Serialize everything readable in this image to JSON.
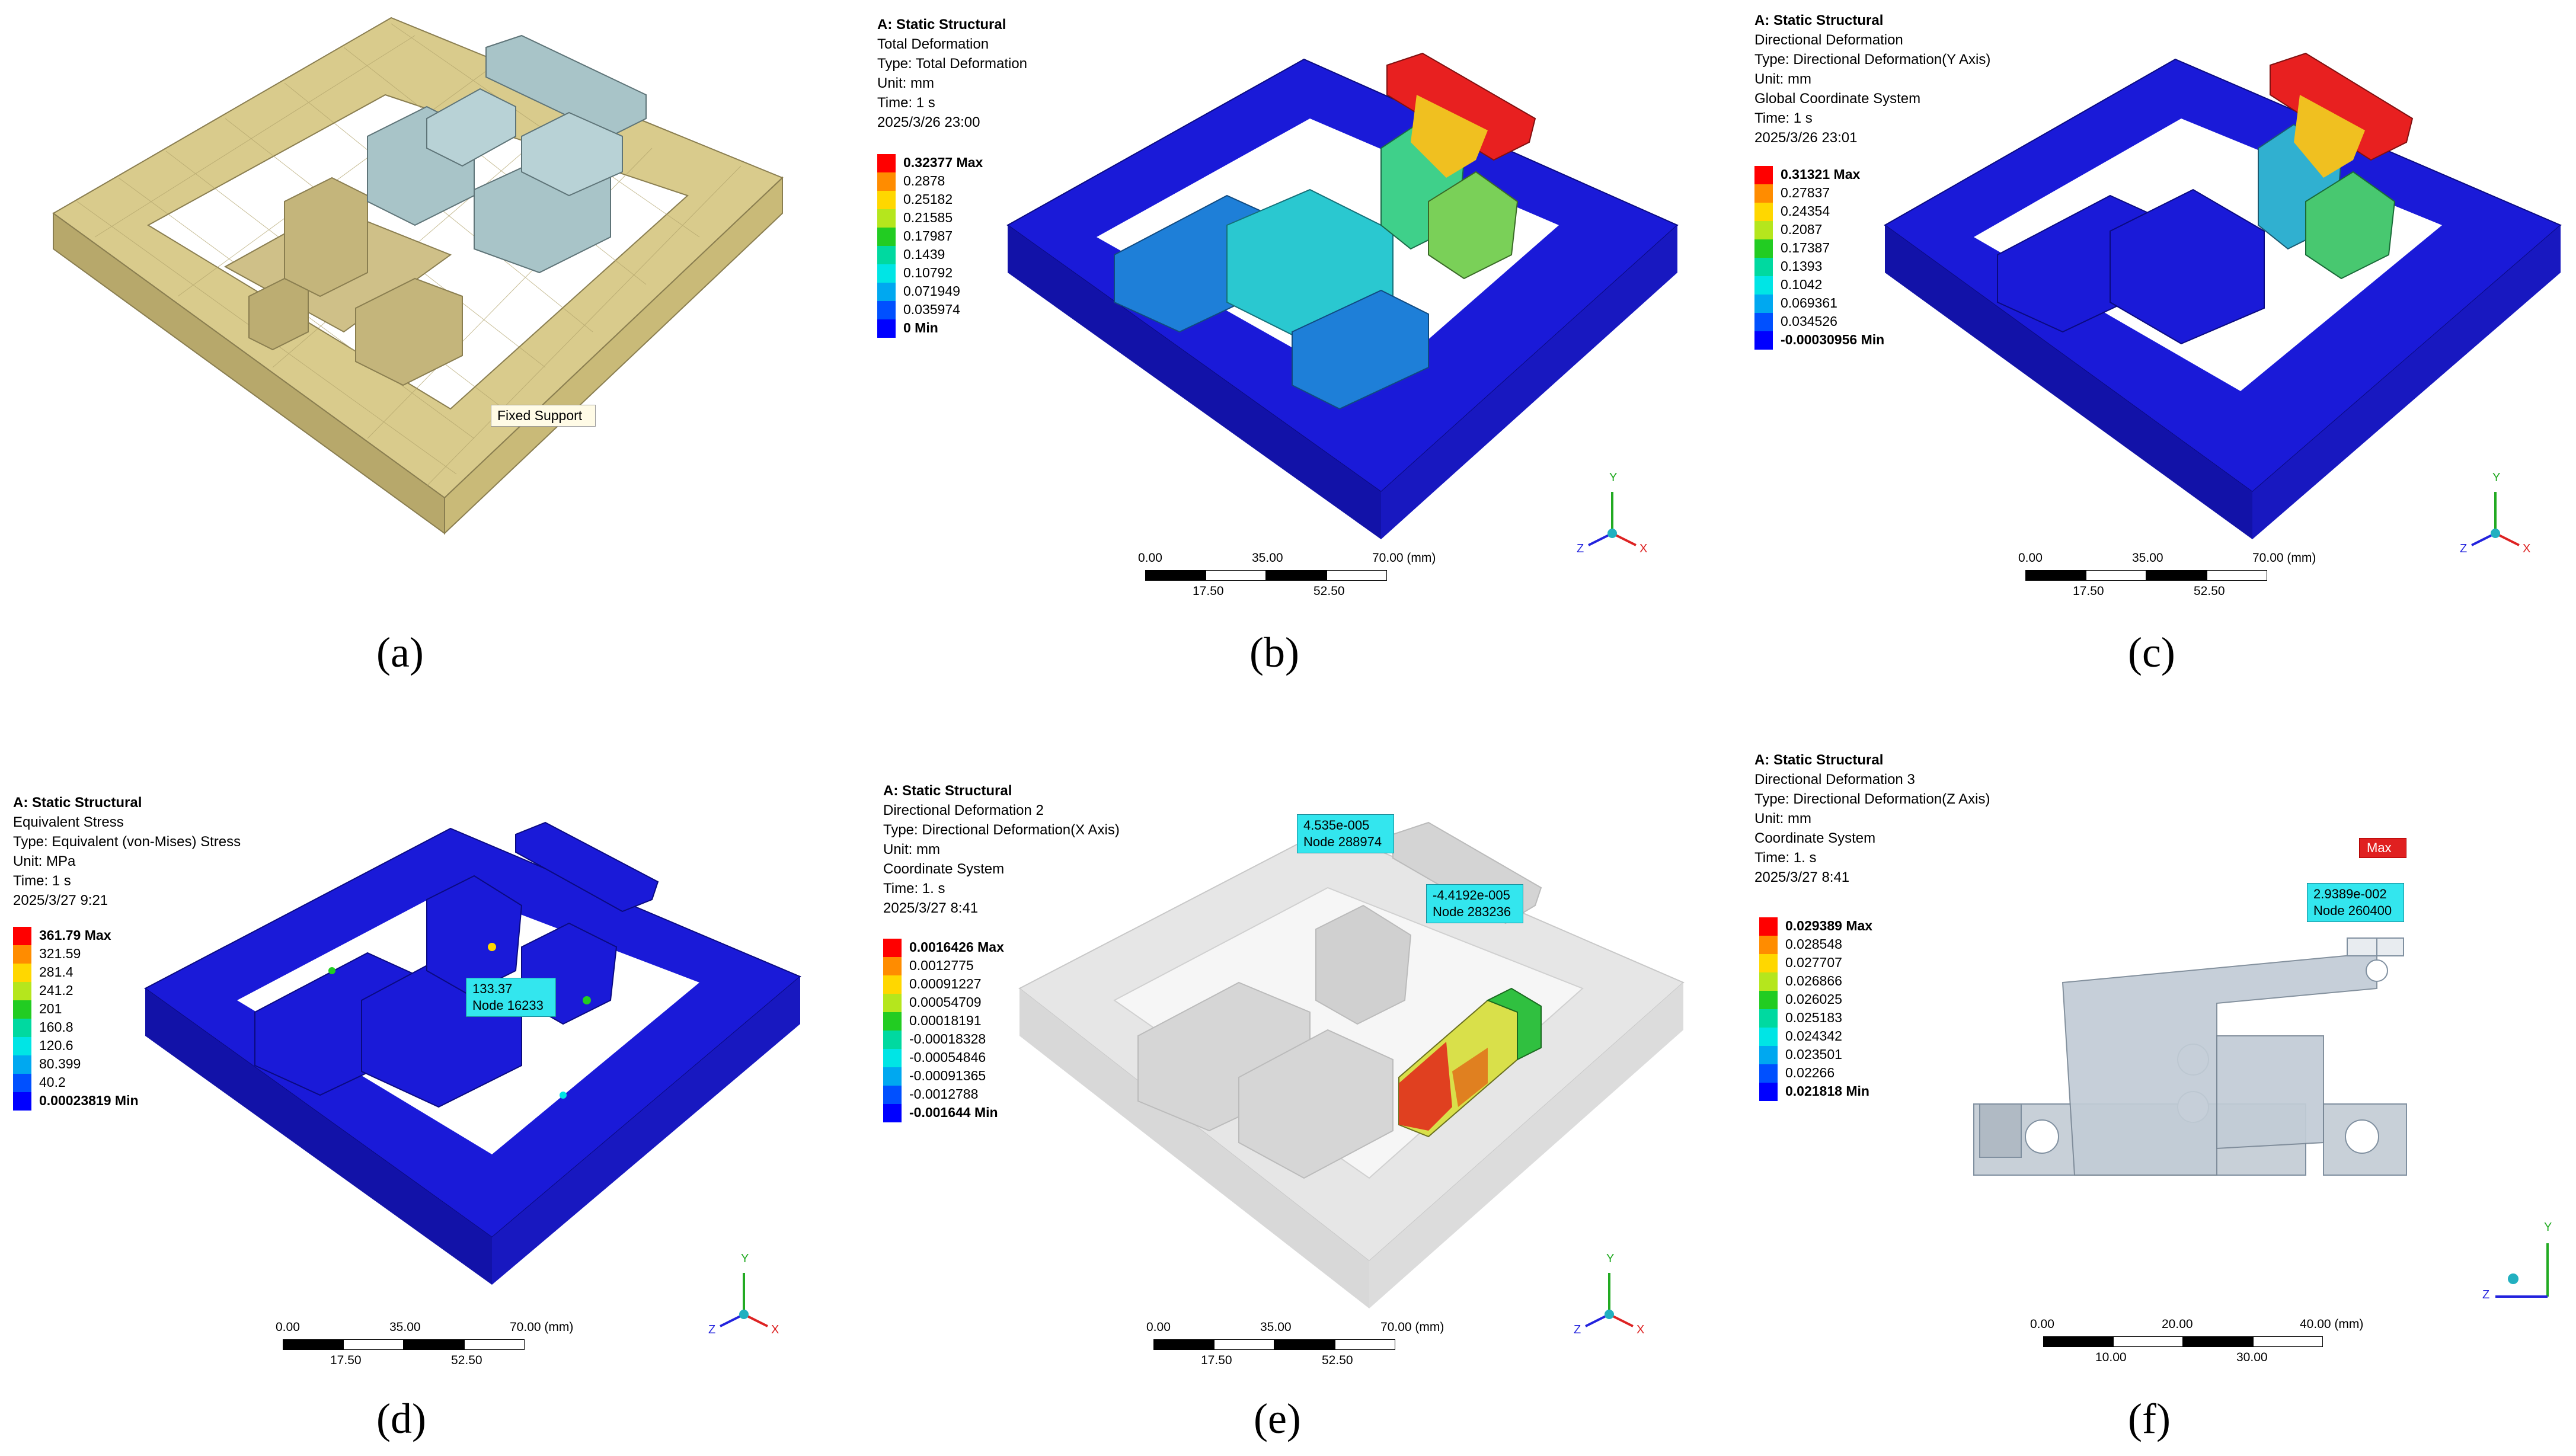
{
  "captions": [
    "(a)",
    "(b)",
    "(c)",
    "(d)",
    "(e)",
    "(f)"
  ],
  "panel_a": {
    "fixed_support": "Fixed Support"
  },
  "panel_b": {
    "info": [
      "A: Static Structural",
      "Total Deformation",
      "Type: Total Deformation",
      "Unit: mm",
      "Time: 1 s",
      "2025/3/26 23:00"
    ],
    "legend": [
      "0.32377 Max",
      "0.2878",
      "0.25182",
      "0.21585",
      "0.17987",
      "0.1439",
      "0.10792",
      "0.071949",
      "0.035974",
      "0 Min"
    ],
    "scale_top": [
      "0.00",
      "35.00",
      "70.00 (mm)"
    ],
    "scale_bottom": [
      "17.50",
      "52.50"
    ]
  },
  "panel_c": {
    "info": [
      "A: Static Structural",
      "Directional Deformation",
      "Type: Directional Deformation(Y Axis)",
      "Unit: mm",
      "Global Coordinate System",
      "Time: 1 s",
      "2025/3/26 23:01"
    ],
    "legend": [
      "0.31321 Max",
      "0.27837",
      "0.24354",
      "0.2087",
      "0.17387",
      "0.1393",
      "0.1042",
      "0.069361",
      "0.034526",
      "-0.00030956 Min"
    ],
    "scale_top": [
      "0.00",
      "35.00",
      "70.00 (mm)"
    ],
    "scale_bottom": [
      "17.50",
      "52.50"
    ]
  },
  "panel_d": {
    "info": [
      "A: Static Structural",
      "Equivalent Stress",
      "Type: Equivalent (von-Mises) Stress",
      "Unit: MPa",
      "Time: 1 s",
      "2025/3/27 9:21"
    ],
    "legend": [
      "361.79 Max",
      "321.59",
      "281.4",
      "241.2",
      "201",
      "160.8",
      "120.6",
      "80.399",
      "40.2",
      "0.00023819 Min"
    ],
    "probe": [
      "133.37",
      "Node 16233"
    ],
    "scale_top": [
      "0.00",
      "35.00",
      "70.00 (mm)"
    ],
    "scale_bottom": [
      "17.50",
      "52.50"
    ]
  },
  "panel_e": {
    "info": [
      "A: Static Structural",
      "Directional Deformation 2",
      "Type: Directional Deformation(X Axis)",
      "Unit: mm",
      "Coordinate System",
      "Time: 1. s",
      "2025/3/27 8:41"
    ],
    "legend": [
      "0.0016426 Max",
      "0.0012775",
      "0.00091227",
      "0.00054709",
      "0.00018191",
      "-0.00018328",
      "-0.00054846",
      "-0.00091365",
      "-0.0012788",
      "-0.001644 Min"
    ],
    "probe1": [
      "4.535e-005",
      "Node 288974"
    ],
    "probe2": [
      "-4.4192e-005",
      "Node 283236"
    ],
    "scale_top": [
      "0.00",
      "35.00",
      "70.00 (mm)"
    ],
    "scale_bottom": [
      "17.50",
      "52.50"
    ]
  },
  "panel_f": {
    "info": [
      "A: Static Structural",
      "Directional Deformation 3",
      "Type: Directional Deformation(Z Axis)",
      "Unit: mm",
      "Coordinate System",
      "Time: 1. s",
      "2025/3/27 8:41"
    ],
    "legend": [
      "0.029389 Max",
      "0.028548",
      "0.027707",
      "0.026866",
      "0.026025",
      "0.025183",
      "0.024342",
      "0.023501",
      "0.02266",
      "0.021818 Min"
    ],
    "max_tag": "Max",
    "probe": [
      "2.9389e-002",
      "Node 260400"
    ],
    "scale_top": [
      "0.00",
      "20.00",
      "40.00 (mm)"
    ],
    "scale_bottom": [
      "10.00",
      "30.00"
    ]
  },
  "axis_labels": {
    "x": "X",
    "y": "Y",
    "z": "Z"
  },
  "legend_colors": [
    "#ff0000",
    "#ff8c00",
    "#ffd700",
    "#b5e61d",
    "#22cc22",
    "#00d9a0",
    "#00e5e5",
    "#00a8f0",
    "#0050ff",
    "#0000ff"
  ],
  "colors": {
    "mesh": "#d8c98a",
    "moving": "#a8c4c8",
    "frame_blue": "#1a1adc",
    "ghost": "#e4e4e4"
  }
}
